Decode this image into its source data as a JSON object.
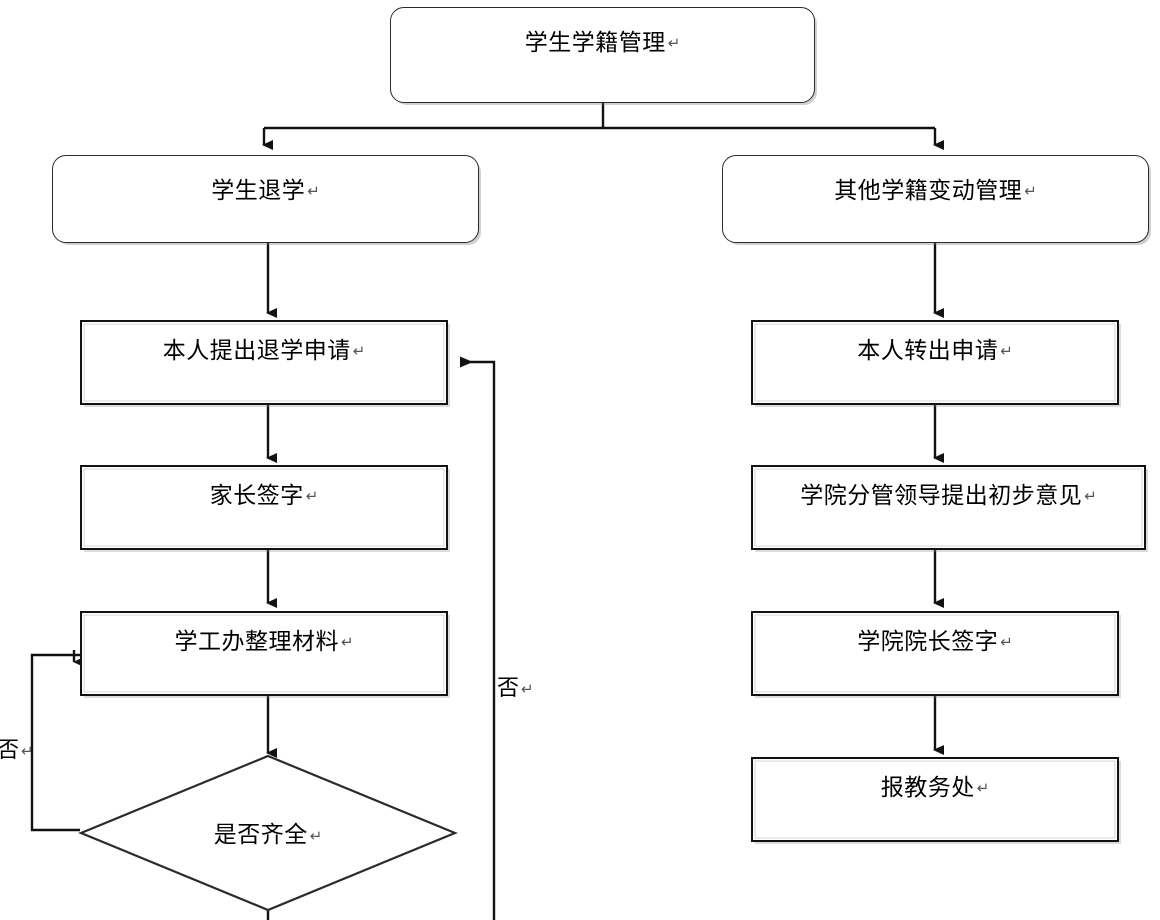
{
  "diagram": {
    "title_node": {
      "text": "学生学籍管理",
      "mark": "↵"
    },
    "branches": [
      {
        "text": "学生退学",
        "mark": "↵"
      },
      {
        "text": "其他学籍变动管理",
        "mark": "↵"
      }
    ],
    "left_column": [
      {
        "text": "本人提出退学申请",
        "mark": "↵"
      },
      {
        "text": "家长签字",
        "mark": "↵"
      },
      {
        "text": "学工办整理材料",
        "mark": "↵"
      }
    ],
    "decision": {
      "text": "是否齐全",
      "mark": "↵"
    },
    "right_column": [
      {
        "text": "本人转出申请",
        "mark": "↵"
      },
      {
        "text": "学院分管领导提出初步意见",
        "mark": "↵"
      },
      {
        "text": "学院院长签字",
        "mark": "↵"
      },
      {
        "text": "报教务处",
        "mark": "↵"
      }
    ],
    "edge_labels": [
      {
        "text": "否",
        "mark": "↵",
        "position": "left-loop"
      },
      {
        "text": "否",
        "mark": "↵",
        "position": "right-loop"
      }
    ],
    "colors": {
      "stroke": "#121212",
      "rounded_stroke": "#2b2b2b",
      "background": "#ffffff",
      "text": "#000000",
      "mark": "#555555"
    }
  }
}
